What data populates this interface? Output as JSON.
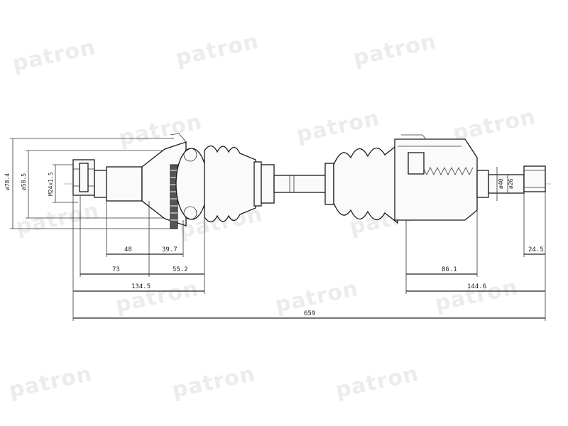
{
  "watermark": {
    "text": "patron",
    "color": "#ececec"
  },
  "dimensions": {
    "left_outer_diameter": "ø78.4",
    "left_inner_diameter": "ø58.5",
    "left_thread": "M24x1.5",
    "right_outer_diameter": "ø40",
    "right_inner_diameter": "ø26",
    "d_48": "48",
    "d_39_7": "39.7",
    "d_73": "73",
    "d_55_2": "55.2",
    "d_134_5": "134.5",
    "d_86_1": "86.1",
    "d_24_5": "24.5",
    "d_144_6": "144.6",
    "total_length": "659"
  }
}
